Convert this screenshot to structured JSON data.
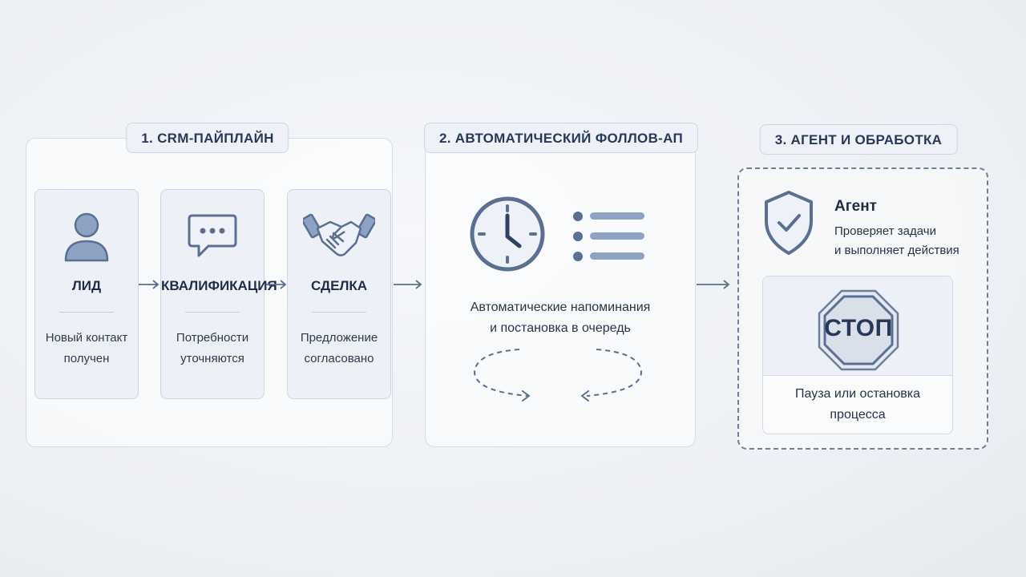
{
  "sections": {
    "crm": {
      "title": "1. CRM-ПАЙПЛАЙН",
      "stages": [
        {
          "title": "ЛИД",
          "desc_line1": "Новый контакт",
          "desc_line2": "получен",
          "icon": "person-icon"
        },
        {
          "title": "КВАЛИФИКАЦИЯ",
          "desc_line1": "Потребности",
          "desc_line2": "уточняются",
          "icon": "chat-bubble-icon"
        },
        {
          "title": "СДЕЛКА",
          "desc_line1": "Предложение",
          "desc_line2": "согласовано",
          "icon": "handshake-icon"
        }
      ]
    },
    "followup": {
      "title": "2. АВТОМАТИЧЕСКИЙ ФОЛЛОВ-АП",
      "text_line1": "Автоматические напоминания",
      "text_line2": "и постановка в очередь",
      "icons": [
        "clock-icon",
        "list-icon",
        "cycle-arrows-icon"
      ]
    },
    "agent": {
      "title": "3. АГЕНТ И ОБРАБОТКА",
      "agent_title": "Агент",
      "agent_desc_line1": "Проверяет задачи",
      "agent_desc_line2": "и выполняет действия",
      "stop_sign_text": "СТОП",
      "stop_desc_line1": "Пауза или остановка",
      "stop_desc_line2": "процесса",
      "icons": [
        "shield-check-icon",
        "stop-sign-icon"
      ]
    }
  },
  "colors": {
    "accent": "#5a6f92",
    "icon_fill": "#8ea3c4",
    "text": "#26344d",
    "panel_bg": "#edf1f7"
  }
}
